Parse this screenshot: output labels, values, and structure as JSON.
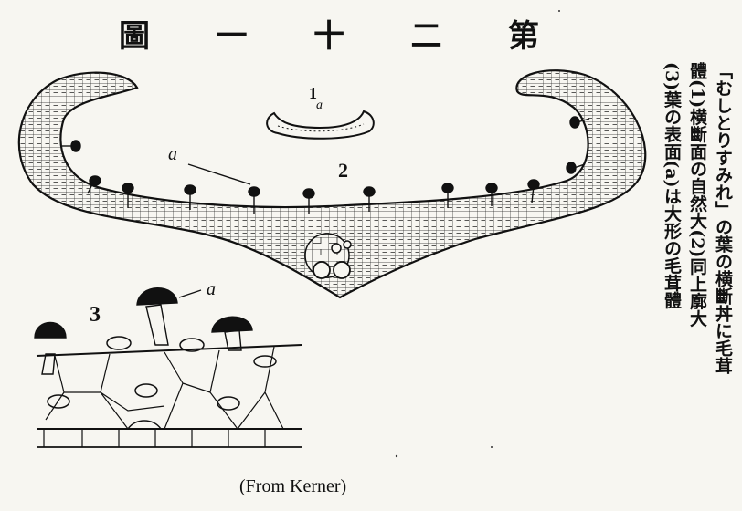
{
  "title_chars": [
    "圖",
    "一",
    "十",
    "二",
    "第"
  ],
  "caption_lines": [
    "「むしとりすみれ」の葉の横斷丼に毛茸",
    "體(1)横斷面の自然大(2)同上廓大",
    "(3)葉の表面(a)は大形の毛茸體"
  ],
  "labels": {
    "fig1_num": "1",
    "fig1_a": "a",
    "fig2_num": "2",
    "fig2_a": "a",
    "fig3_num": "3",
    "fig3_a": "a"
  },
  "credit": "(From Kerner)",
  "colors": {
    "ink": "#111111",
    "paper": "#f7f6f1"
  }
}
